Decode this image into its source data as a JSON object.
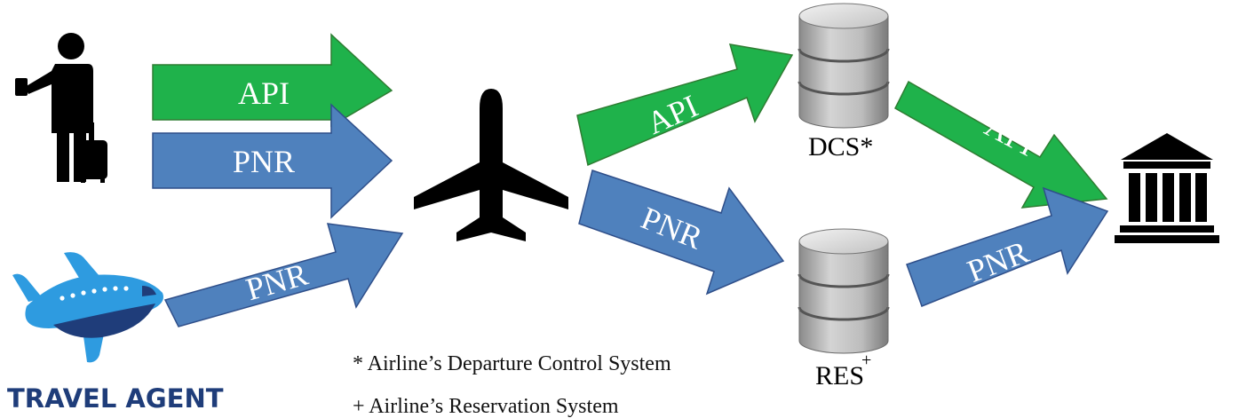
{
  "colors": {
    "api_fill": "#1fb24b",
    "api_stroke": "#2e7d32",
    "pnr_fill": "#4f81bd",
    "pnr_stroke": "#2f4f8a",
    "icon_dark": "#000000",
    "agent_blue": "#1f3d7a",
    "agent_light": "#2e9be0"
  },
  "icons": {
    "traveler": "passenger-with-luggage-icon",
    "agent": "travel-agent-plane-icon",
    "airline": "airplane-icon",
    "dcs_db": "database-icon",
    "res_db": "database-icon",
    "government": "government-building-icon"
  },
  "actors": {
    "agent_label": "TRAVEL AGENT"
  },
  "flows": {
    "traveler_api": "API",
    "traveler_pnr": "PNR",
    "agent_pnr": "PNR",
    "airline_api": "API",
    "airline_pnr": "PNR",
    "dcs_api": "API",
    "res_pnr": "PNR"
  },
  "systems": {
    "dcs_label": "DCS",
    "dcs_mark": "*",
    "res_label": "RES",
    "res_mark": "+"
  },
  "notes": {
    "dcs_note": "* Airline’s Departure Control System",
    "res_note": "+ Airline’s Reservation System"
  }
}
